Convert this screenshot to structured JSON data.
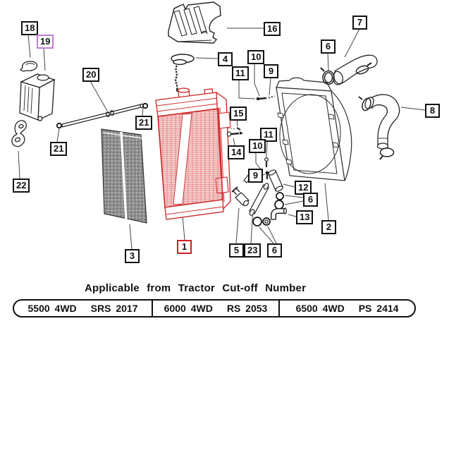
{
  "colors": {
    "diagram_black": "#1a1a1a",
    "radiator_red": "#cc2626",
    "callout_default_border": "#111111",
    "callout_1_border": "#cc2222",
    "callout_19_border": "#bd7fd0",
    "screen_gray": "#969696"
  },
  "callouts": [
    {
      "n": "18"
    },
    {
      "n": "19"
    },
    {
      "n": "20"
    },
    {
      "n": "21"
    },
    {
      "n": "21"
    },
    {
      "n": "22"
    },
    {
      "n": "3"
    },
    {
      "n": "16"
    },
    {
      "n": "4"
    },
    {
      "n": "10"
    },
    {
      "n": "11"
    },
    {
      "n": "9"
    },
    {
      "n": "15"
    },
    {
      "n": "14"
    },
    {
      "n": "11"
    },
    {
      "n": "10"
    },
    {
      "n": "9"
    },
    {
      "n": "12"
    },
    {
      "n": "6"
    },
    {
      "n": "13"
    },
    {
      "n": "2"
    },
    {
      "n": "7"
    },
    {
      "n": "6"
    },
    {
      "n": "8"
    },
    {
      "n": "1"
    },
    {
      "n": "5"
    },
    {
      "n": "23"
    },
    {
      "n": "6"
    }
  ],
  "footer": {
    "title": "Applicable from Tractor Cut-off Number",
    "rows": [
      {
        "model": "5500 4WD",
        "code": "SRS 2017"
      },
      {
        "model": "6000 4WD",
        "code": "RS 2053"
      },
      {
        "model": "6500 4WD",
        "code": "PS 2414"
      }
    ]
  }
}
